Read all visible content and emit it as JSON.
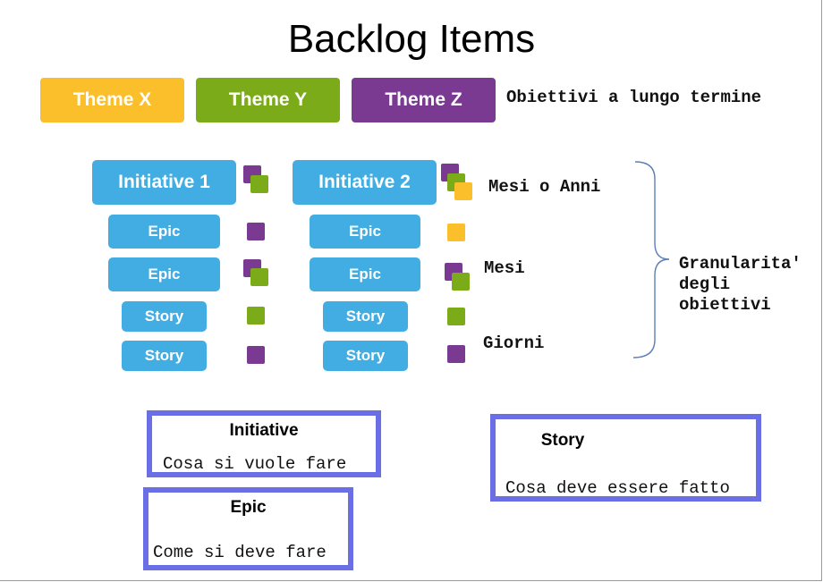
{
  "title": "Backlog Items",
  "colors": {
    "yellow": "#fbbf2b",
    "green": "#7cab1a",
    "purple": "#7b3a92",
    "blue": "#42ade2",
    "box_border": "#6b6fe6",
    "brace": "#5b7fb8"
  },
  "themes": [
    {
      "label": "Theme X",
      "color": "#fbbf2b"
    },
    {
      "label": "Theme Y",
      "color": "#7cab1a"
    },
    {
      "label": "Theme Z",
      "color": "#7b3a92"
    }
  ],
  "themes_caption": "Obiettivi a lungo termine",
  "columns": [
    {
      "initiative": "Initiative 1",
      "epics": [
        "Epic",
        "Epic"
      ],
      "stories": [
        "Story",
        "Story"
      ]
    },
    {
      "initiative": "Initiative 2",
      "epics": [
        "Epic",
        "Epic"
      ],
      "stories": [
        "Story",
        "Story"
      ]
    }
  ],
  "levels": [
    "Mesi o Anni",
    "Mesi",
    "Giorni"
  ],
  "granularity_label": "Granularita' degli obiettivi",
  "definitions": [
    {
      "title": "Initiative",
      "text": "Cosa si vuole fare"
    },
    {
      "title": "Epic",
      "text": "Come si deve fare"
    },
    {
      "title": "Story",
      "text": "Cosa deve essere fatto"
    }
  ]
}
